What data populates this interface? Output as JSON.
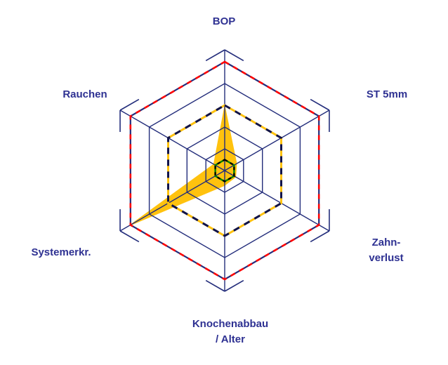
{
  "chart_data": {
    "type": "radar",
    "title": "",
    "grid_shape": "hexagon",
    "grid_rings": 5,
    "scale_max": 5,
    "legend": "none",
    "axes": [
      "BOP",
      "ST 5mm",
      "Zahn-verlust",
      "Knochenabbau / Alter",
      "Systemerkr.",
      "Rauchen"
    ],
    "values": [
      3.05,
      0.65,
      0.6,
      0.7,
      5.2,
      0.6
    ],
    "risk_markers": {
      "low_ring": 0.5,
      "moderate_ring": 3,
      "high_ring": 5
    },
    "display_labels": {
      "bop": "BOP",
      "st5mm": "ST 5mm",
      "zahn_line1": "Zahn-",
      "zahn_line2": "verlust",
      "knochen_line1": "Knochenabbau",
      "knochen_line2": "/ Alter",
      "systemerkr": "Systemerkr.",
      "rauchen": "Rauchen"
    },
    "colors": {
      "grid": "#232D7B",
      "label_text": "#2E3192",
      "data_fill": "#FFC20E",
      "outer_dash": "#FF0000",
      "mid_dash_under": "#FFC20E",
      "mid_dash": "#10134B",
      "center_under": "#008000",
      "center_dash": "#000000",
      "background": "#FFFFFF"
    }
  }
}
